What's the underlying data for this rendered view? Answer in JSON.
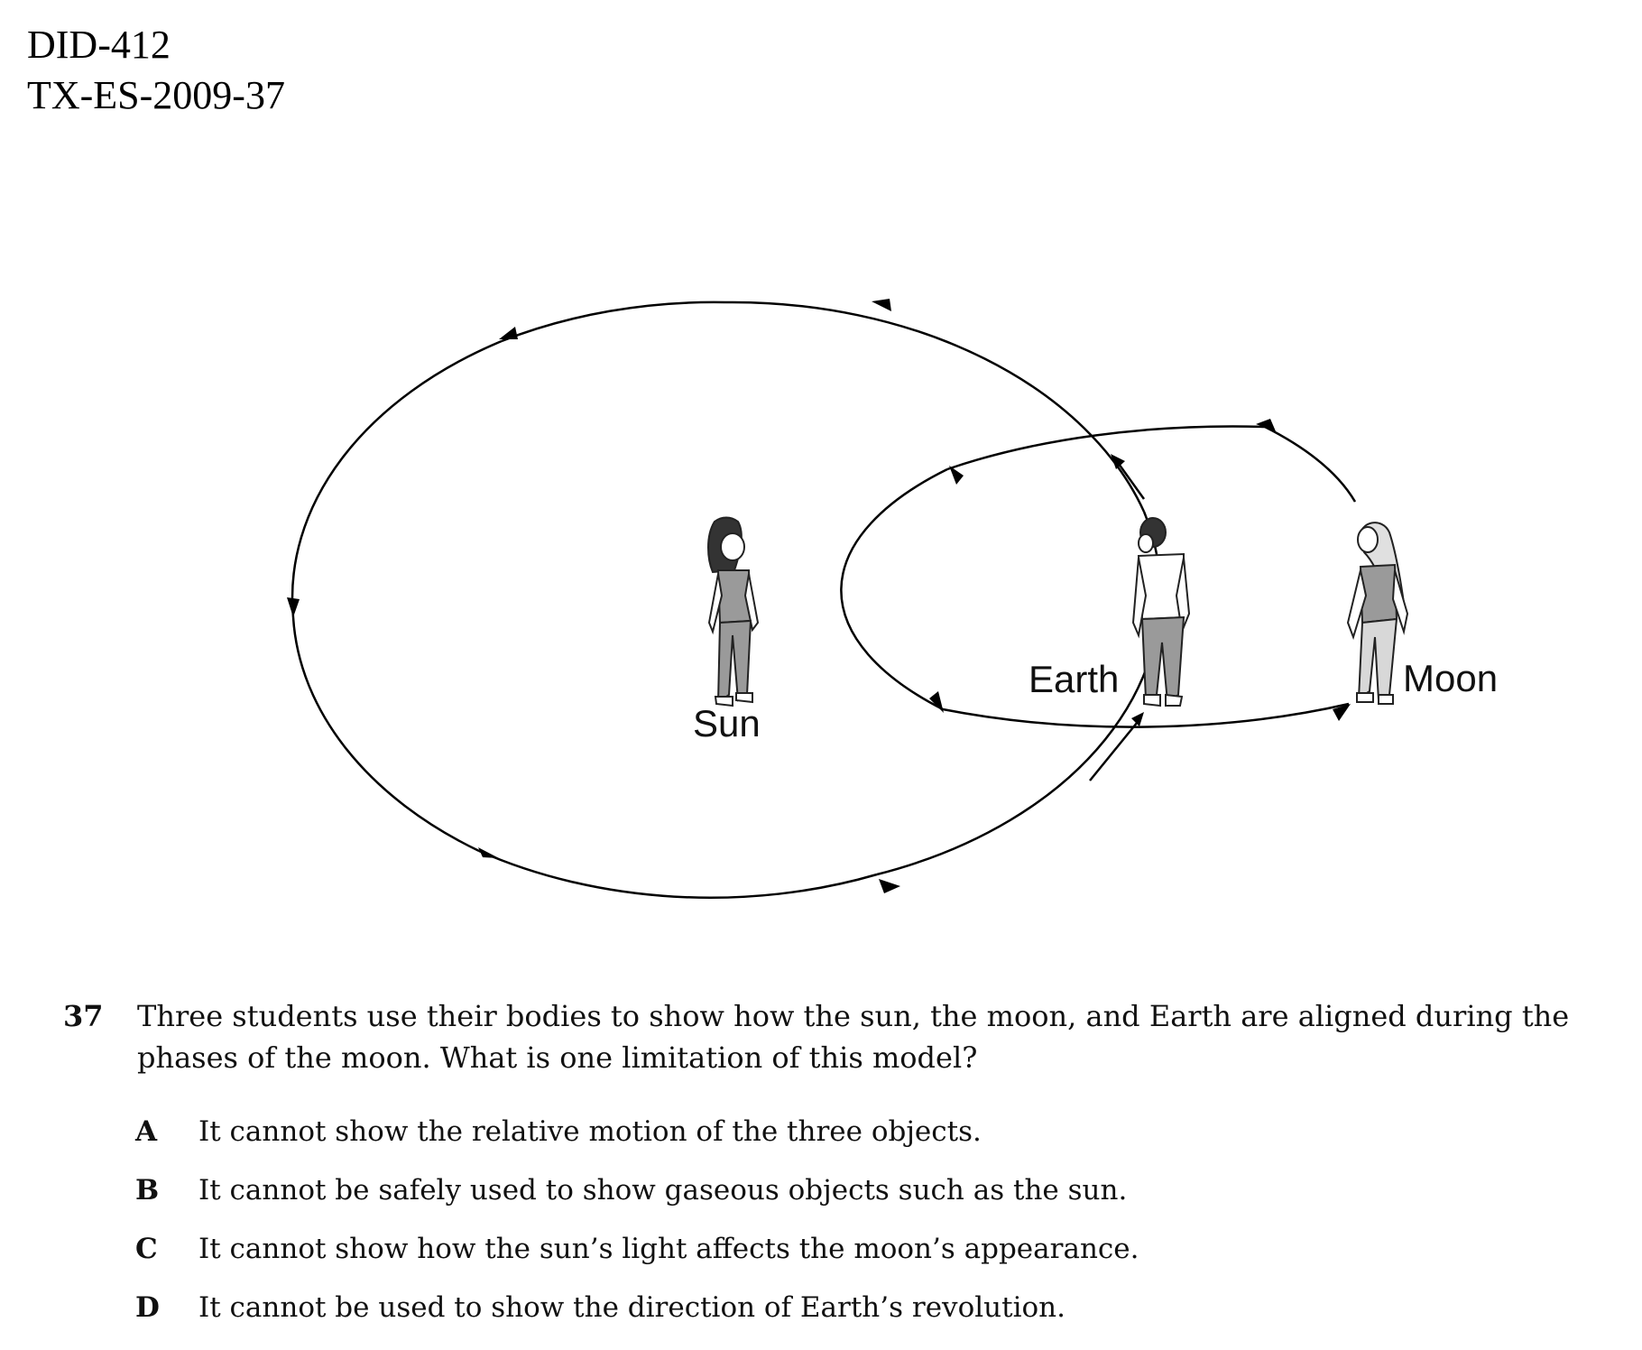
{
  "header": {
    "doc_id": "DID-412",
    "item_code": "TX-ES-2009-37"
  },
  "diagram": {
    "labels": {
      "sun": "Sun",
      "earth": "Earth",
      "moon": "Moon"
    }
  },
  "question": {
    "number": "37",
    "text": "Three students use their bodies to show how the sun, the moon, and Earth are aligned during the phases of the moon. What is one limitation of this model?",
    "choices": [
      {
        "letter": "A",
        "text": "It cannot show the relative motion of the three objects."
      },
      {
        "letter": "B",
        "text": "It cannot be safely used to show gaseous objects such as the sun."
      },
      {
        "letter": "C",
        "text": "It cannot show how the sun’s light affects the moon’s appearance."
      },
      {
        "letter": "D",
        "text": "It cannot be used to show the direction of Earth’s revolution."
      }
    ]
  }
}
